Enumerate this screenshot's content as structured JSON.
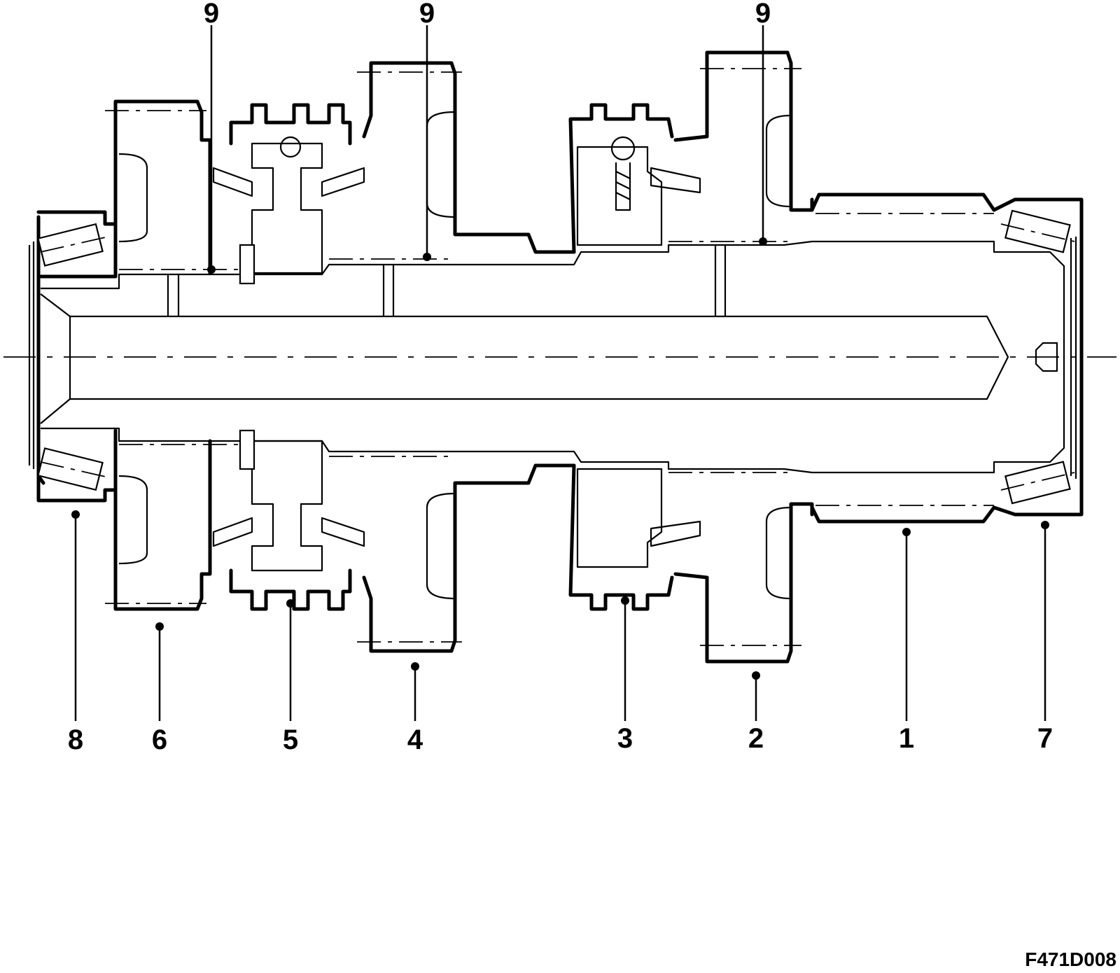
{
  "diagram": {
    "callouts_top": [
      "9",
      "9",
      "9"
    ],
    "callouts_bottom": [
      "8",
      "6",
      "5",
      "4",
      "3",
      "2",
      "1",
      "7"
    ],
    "figure_id": "F471D008"
  }
}
